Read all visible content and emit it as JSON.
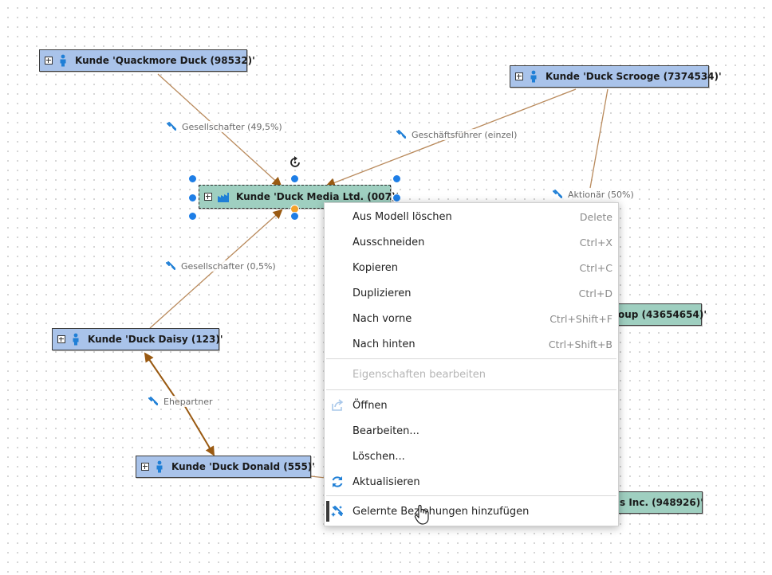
{
  "nodes": {
    "quackmore": "Kunde 'Quackmore Duck (98532)'",
    "scrooge": "Kunde 'Duck Scrooge (7374534)'",
    "media": "Kunde 'Duck Media Ltd. (007)'",
    "daisy": "Kunde 'Duck Daisy (123)'",
    "donald": "Kunde 'Duck Donald (555)'",
    "group_partial": "oup (43654654)'",
    "inc_partial": "s Inc. (948926)'"
  },
  "edges": {
    "gesellschafter_49": "Gesellschafter (49,5%)",
    "geschaeftsfuehrer": "Geschäftsführer (einzel)",
    "aktionaer": "Aktionär (50%)",
    "gesellschafter_05": "Gesellschafter (0,5%)",
    "ehepartner": "Ehepartner"
  },
  "context_menu": {
    "items": [
      {
        "label": "Aus Modell löschen",
        "shortcut": "Delete"
      },
      {
        "label": "Ausschneiden",
        "shortcut": "Ctrl+X"
      },
      {
        "label": "Kopieren",
        "shortcut": "Ctrl+C"
      },
      {
        "label": "Duplizieren",
        "shortcut": "Ctrl+D"
      },
      {
        "label": "Nach vorne",
        "shortcut": "Ctrl+Shift+F"
      },
      {
        "label": "Nach hinten",
        "shortcut": "Ctrl+Shift+B"
      },
      {
        "label": "Eigenschaften bearbeiten",
        "shortcut": ""
      },
      {
        "label": "Öffnen",
        "shortcut": ""
      },
      {
        "label": "Bearbeiten...",
        "shortcut": ""
      },
      {
        "label": "Löschen...",
        "shortcut": ""
      },
      {
        "label": "Aktualisieren",
        "shortcut": ""
      },
      {
        "label": "Gelernte Beziehungen hinzufügen",
        "shortcut": ""
      }
    ]
  },
  "colors": {
    "person_node": "#a9c3ea",
    "company_node": "#9fcfc0",
    "edge": "#b98a5c",
    "arrow": "#9a5a12",
    "handle": "#1e7ee6",
    "icon_blue": "#1f7fd6"
  }
}
